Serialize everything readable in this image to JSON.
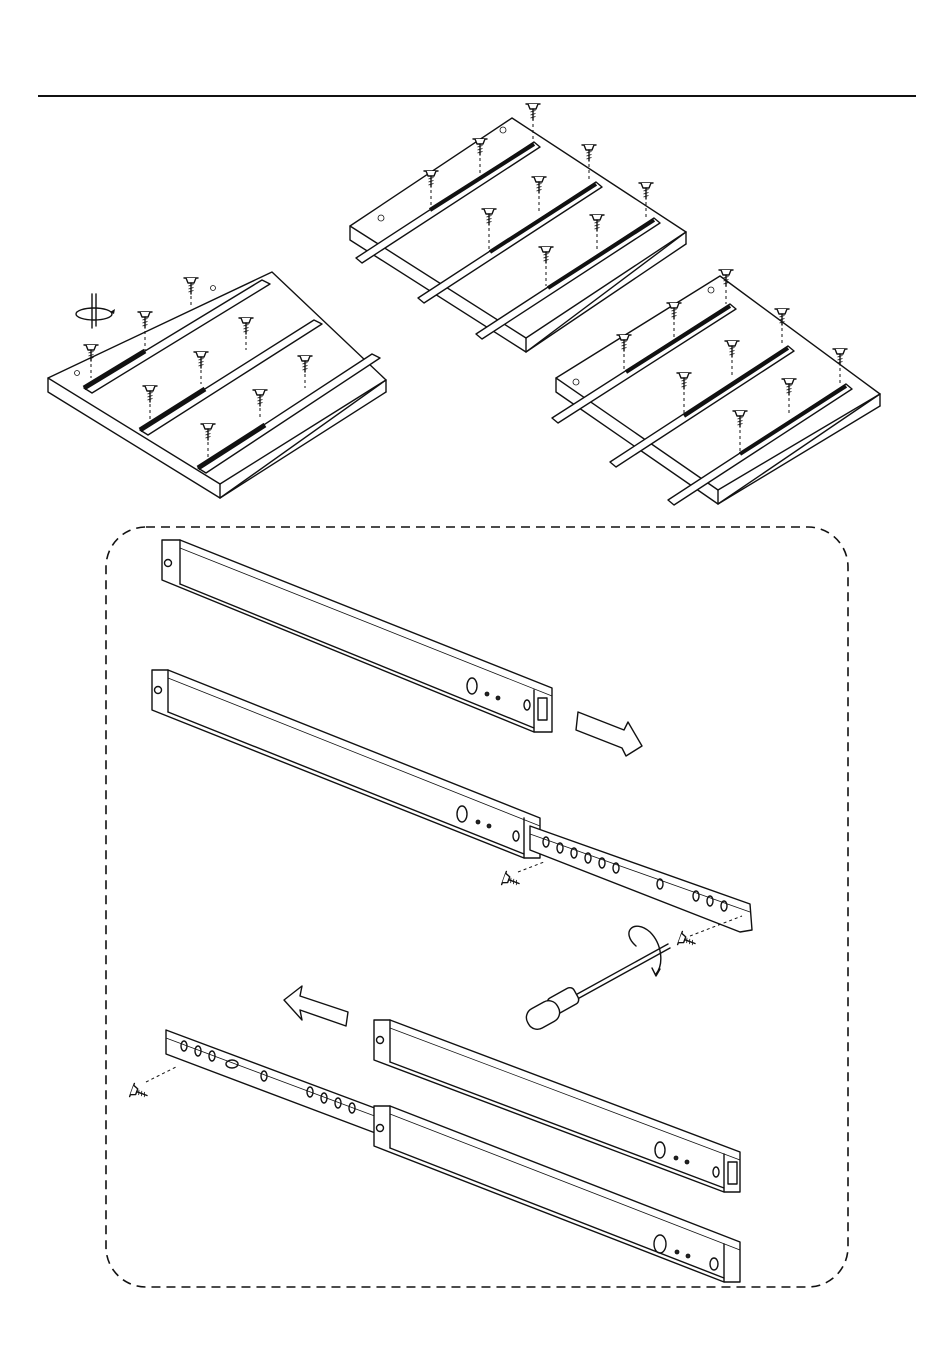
{
  "figure": {
    "kind": "assembly-instruction-illustration",
    "text_labels": []
  },
  "panels": [
    {
      "name": "board-left",
      "rails": 3,
      "screws": 9,
      "tool": "screwdriver-rotation"
    },
    {
      "name": "board-top-right",
      "rails": 3,
      "screws": 9
    },
    {
      "name": "board-bottom-right",
      "rails": 3,
      "screws": 9
    }
  ],
  "detail": {
    "frame": "rounded-dashed",
    "steps": [
      "separate-rail",
      "screw-inner-rail",
      "reinsert-rail"
    ],
    "arrows": [
      "right",
      "left"
    ]
  },
  "colors": {
    "line": "#111111",
    "background": "#ffffff"
  }
}
